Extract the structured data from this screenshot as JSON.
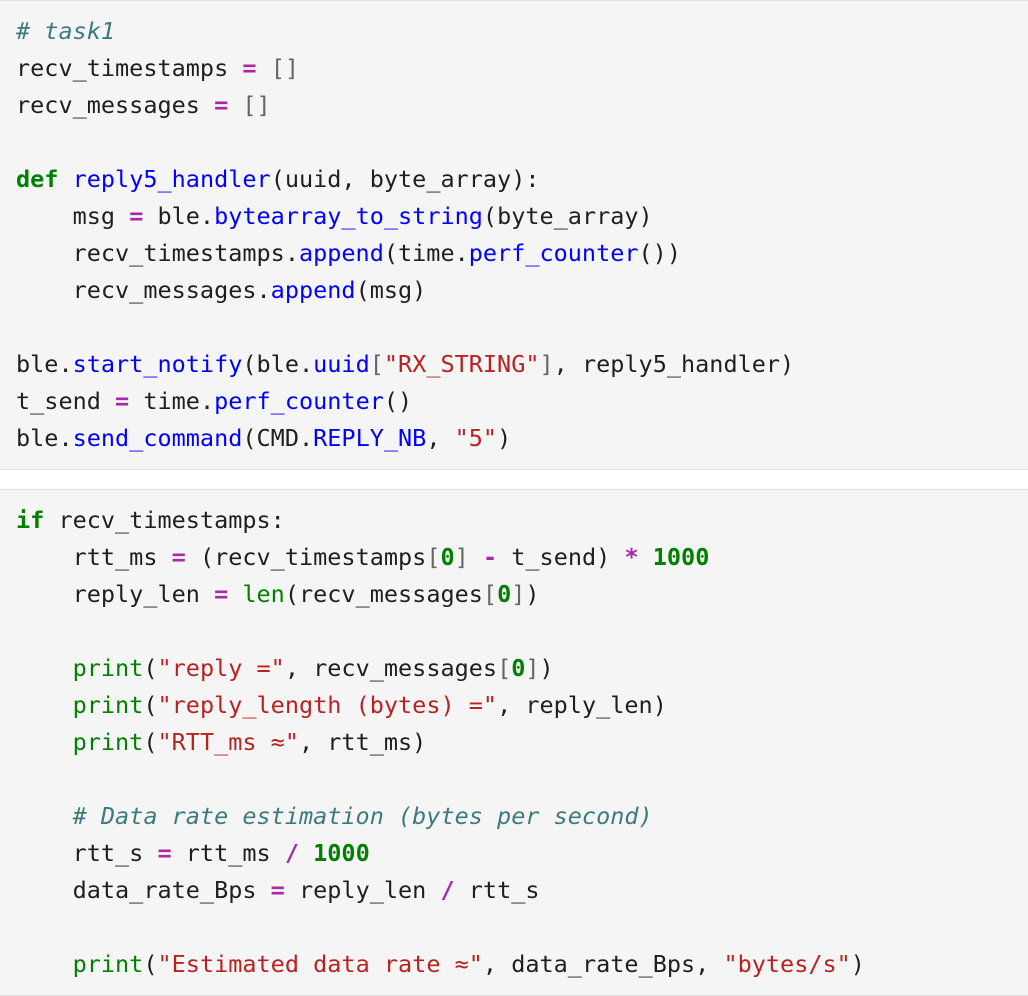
{
  "theme": {
    "cell_background": "#f5f5f5",
    "cell_border": "#e0e0e0",
    "page_background": "#ffffff",
    "comment_color": "#3d7b7b",
    "keyword_color": "#008000",
    "function_color": "#0000ff",
    "builtin_color": "#008000",
    "operator_color": "#a828a8",
    "string_color": "#ba2121",
    "number_color": "#008000",
    "punctuation_color": "#666666",
    "text_color": "#1f1f1f"
  },
  "cells": [
    {
      "name": "code-cell-1",
      "lines": [
        {
          "indent": "",
          "tokens": [
            {
              "t": "c",
              "v": "# task1"
            }
          ]
        },
        {
          "indent": "",
          "tokens": [
            {
              "t": "t",
              "v": "recv_timestamps "
            },
            {
              "t": "op",
              "v": "="
            },
            {
              "t": "t",
              "v": " "
            },
            {
              "t": "p",
              "v": "[]"
            }
          ]
        },
        {
          "indent": "",
          "tokens": [
            {
              "t": "t",
              "v": "recv_messages "
            },
            {
              "t": "op",
              "v": "="
            },
            {
              "t": "t",
              "v": " "
            },
            {
              "t": "p",
              "v": "[]"
            }
          ]
        },
        {
          "indent": "",
          "tokens": []
        },
        {
          "indent": "",
          "tokens": [
            {
              "t": "k",
              "v": "def"
            },
            {
              "t": "t",
              "v": " "
            },
            {
              "t": "fn",
              "v": "reply5_handler"
            },
            {
              "t": "t",
              "v": "(uuid, byte_array):"
            }
          ]
        },
        {
          "indent": "    ",
          "tokens": [
            {
              "t": "t",
              "v": "msg "
            },
            {
              "t": "op",
              "v": "="
            },
            {
              "t": "t",
              "v": " ble."
            },
            {
              "t": "fn",
              "v": "bytearray_to_string"
            },
            {
              "t": "t",
              "v": "(byte_array)"
            }
          ]
        },
        {
          "indent": "    ",
          "tokens": [
            {
              "t": "t",
              "v": "recv_timestamps."
            },
            {
              "t": "fn",
              "v": "append"
            },
            {
              "t": "t",
              "v": "(time."
            },
            {
              "t": "fn",
              "v": "perf_counter"
            },
            {
              "t": "t",
              "v": "())"
            }
          ]
        },
        {
          "indent": "    ",
          "tokens": [
            {
              "t": "t",
              "v": "recv_messages."
            },
            {
              "t": "fn",
              "v": "append"
            },
            {
              "t": "t",
              "v": "(msg)"
            }
          ]
        },
        {
          "indent": "",
          "tokens": []
        },
        {
          "indent": "",
          "tokens": [
            {
              "t": "t",
              "v": "ble."
            },
            {
              "t": "fn",
              "v": "start_notify"
            },
            {
              "t": "t",
              "v": "(ble."
            },
            {
              "t": "fn",
              "v": "uuid"
            },
            {
              "t": "p",
              "v": "["
            },
            {
              "t": "s",
              "v": "\"RX_STRING\""
            },
            {
              "t": "p",
              "v": "]"
            },
            {
              "t": "t",
              "v": ", reply5_handler)"
            }
          ]
        },
        {
          "indent": "",
          "tokens": [
            {
              "t": "t",
              "v": "t_send "
            },
            {
              "t": "op",
              "v": "="
            },
            {
              "t": "t",
              "v": " time."
            },
            {
              "t": "fn",
              "v": "perf_counter"
            },
            {
              "t": "t",
              "v": "()"
            }
          ]
        },
        {
          "indent": "",
          "tokens": [
            {
              "t": "t",
              "v": "ble."
            },
            {
              "t": "fn",
              "v": "send_command"
            },
            {
              "t": "t",
              "v": "(CMD."
            },
            {
              "t": "fn",
              "v": "REPLY_NB"
            },
            {
              "t": "t",
              "v": ", "
            },
            {
              "t": "s",
              "v": "\"5\""
            },
            {
              "t": "t",
              "v": ")"
            }
          ]
        }
      ]
    },
    {
      "name": "code-cell-2",
      "lines": [
        {
          "indent": "",
          "tokens": [
            {
              "t": "k",
              "v": "if"
            },
            {
              "t": "t",
              "v": " recv_timestamps:"
            }
          ]
        },
        {
          "indent": "    ",
          "tokens": [
            {
              "t": "t",
              "v": "rtt_ms "
            },
            {
              "t": "op",
              "v": "="
            },
            {
              "t": "t",
              "v": " (recv_timestamps"
            },
            {
              "t": "p",
              "v": "["
            },
            {
              "t": "n",
              "v": "0"
            },
            {
              "t": "p",
              "v": "]"
            },
            {
              "t": "t",
              "v": " "
            },
            {
              "t": "op",
              "v": "-"
            },
            {
              "t": "t",
              "v": " t_send) "
            },
            {
              "t": "op",
              "v": "*"
            },
            {
              "t": "t",
              "v": " "
            },
            {
              "t": "n",
              "v": "1000"
            }
          ]
        },
        {
          "indent": "    ",
          "tokens": [
            {
              "t": "t",
              "v": "reply_len "
            },
            {
              "t": "op",
              "v": "="
            },
            {
              "t": "t",
              "v": " "
            },
            {
              "t": "nb",
              "v": "len"
            },
            {
              "t": "t",
              "v": "(recv_messages"
            },
            {
              "t": "p",
              "v": "["
            },
            {
              "t": "n",
              "v": "0"
            },
            {
              "t": "p",
              "v": "]"
            },
            {
              "t": "t",
              "v": ")"
            }
          ]
        },
        {
          "indent": "",
          "tokens": []
        },
        {
          "indent": "    ",
          "tokens": [
            {
              "t": "nb",
              "v": "print"
            },
            {
              "t": "t",
              "v": "("
            },
            {
              "t": "s",
              "v": "\"reply =\""
            },
            {
              "t": "t",
              "v": ", recv_messages"
            },
            {
              "t": "p",
              "v": "["
            },
            {
              "t": "n",
              "v": "0"
            },
            {
              "t": "p",
              "v": "]"
            },
            {
              "t": "t",
              "v": ")"
            }
          ]
        },
        {
          "indent": "    ",
          "tokens": [
            {
              "t": "nb",
              "v": "print"
            },
            {
              "t": "t",
              "v": "("
            },
            {
              "t": "s",
              "v": "\"reply_length (bytes) =\""
            },
            {
              "t": "t",
              "v": ", reply_len)"
            }
          ]
        },
        {
          "indent": "    ",
          "tokens": [
            {
              "t": "nb",
              "v": "print"
            },
            {
              "t": "t",
              "v": "("
            },
            {
              "t": "s",
              "v": "\"RTT_ms ≈\""
            },
            {
              "t": "t",
              "v": ", rtt_ms)"
            }
          ]
        },
        {
          "indent": "",
          "tokens": []
        },
        {
          "indent": "    ",
          "tokens": [
            {
              "t": "c",
              "v": "# Data rate estimation (bytes per second)"
            }
          ]
        },
        {
          "indent": "    ",
          "tokens": [
            {
              "t": "t",
              "v": "rtt_s "
            },
            {
              "t": "op",
              "v": "="
            },
            {
              "t": "t",
              "v": " rtt_ms "
            },
            {
              "t": "op",
              "v": "/"
            },
            {
              "t": "t",
              "v": " "
            },
            {
              "t": "n",
              "v": "1000"
            }
          ]
        },
        {
          "indent": "    ",
          "tokens": [
            {
              "t": "t",
              "v": "data_rate_Bps "
            },
            {
              "t": "op",
              "v": "="
            },
            {
              "t": "t",
              "v": " reply_len "
            },
            {
              "t": "op",
              "v": "/"
            },
            {
              "t": "t",
              "v": " rtt_s"
            }
          ]
        },
        {
          "indent": "",
          "tokens": []
        },
        {
          "indent": "    ",
          "tokens": [
            {
              "t": "nb",
              "v": "print"
            },
            {
              "t": "t",
              "v": "("
            },
            {
              "t": "s",
              "v": "\"Estimated data rate ≈\""
            },
            {
              "t": "t",
              "v": ", data_rate_Bps, "
            },
            {
              "t": "s",
              "v": "\"bytes/s\""
            },
            {
              "t": "t",
              "v": ")"
            }
          ]
        }
      ]
    }
  ]
}
